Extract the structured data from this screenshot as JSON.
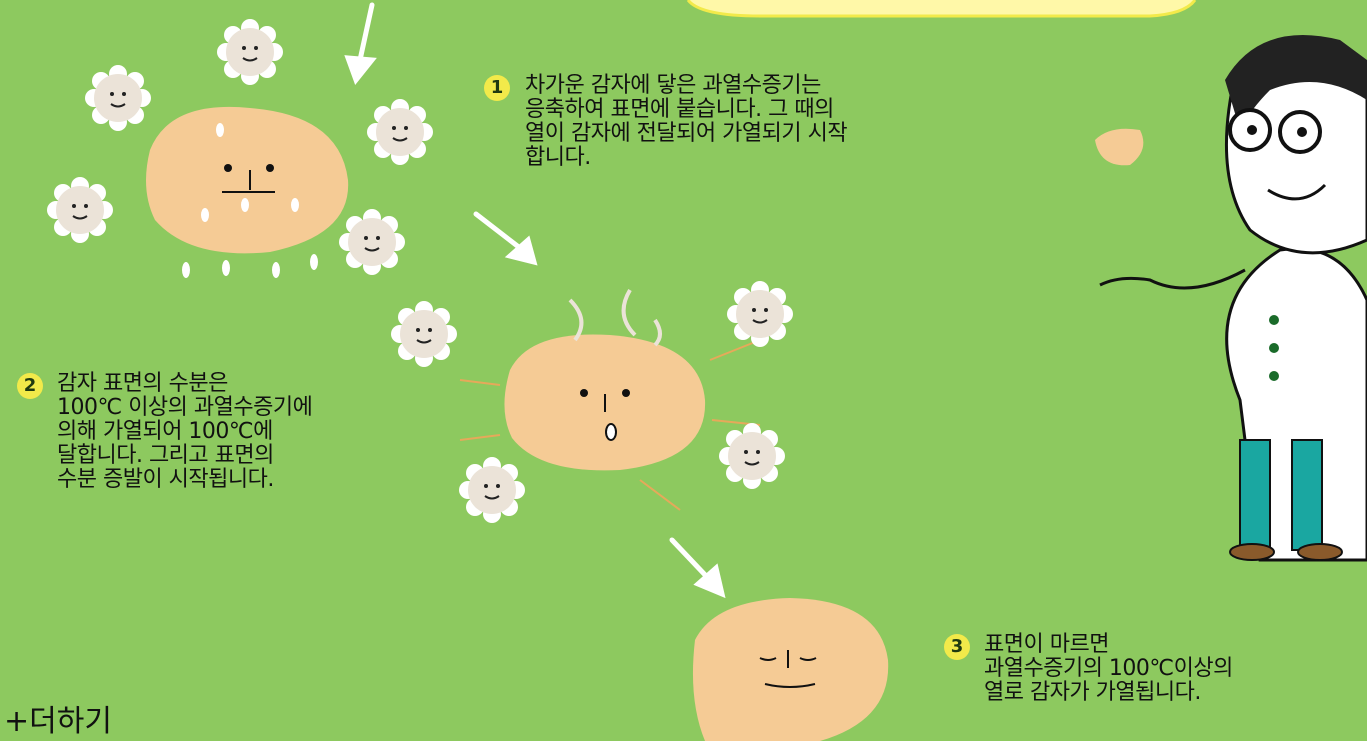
{
  "steps": [
    {
      "number": "1",
      "lines": [
        "차가운 감자에 닿은 과열수증기는",
        "응축하여 표면에 붙습니다. 그 때의",
        "열이 감자에 전달되어 가열되기 시작",
        "합니다."
      ]
    },
    {
      "number": "2",
      "lines": [
        "감자 표면의 수분은",
        "100℃ 이상의 과열수증기에",
        "의해 가열되어 100℃에",
        "달합니다. 그리고 표면의",
        "수분 증발이 시작됩니다."
      ]
    },
    {
      "number": "3",
      "lines": [
        "표면이 마르면",
        "과열수증기의 100℃이상의",
        "열로 감자가 가열됩니다."
      ]
    }
  ],
  "more_link": "+더하기",
  "colors": {
    "background": "#8dc95f",
    "potato": "#f5cb95",
    "steam": "#ebe3d8",
    "badge": "#f2ea4a",
    "coat": "#ffffff",
    "pants": "#1aa7a1"
  }
}
